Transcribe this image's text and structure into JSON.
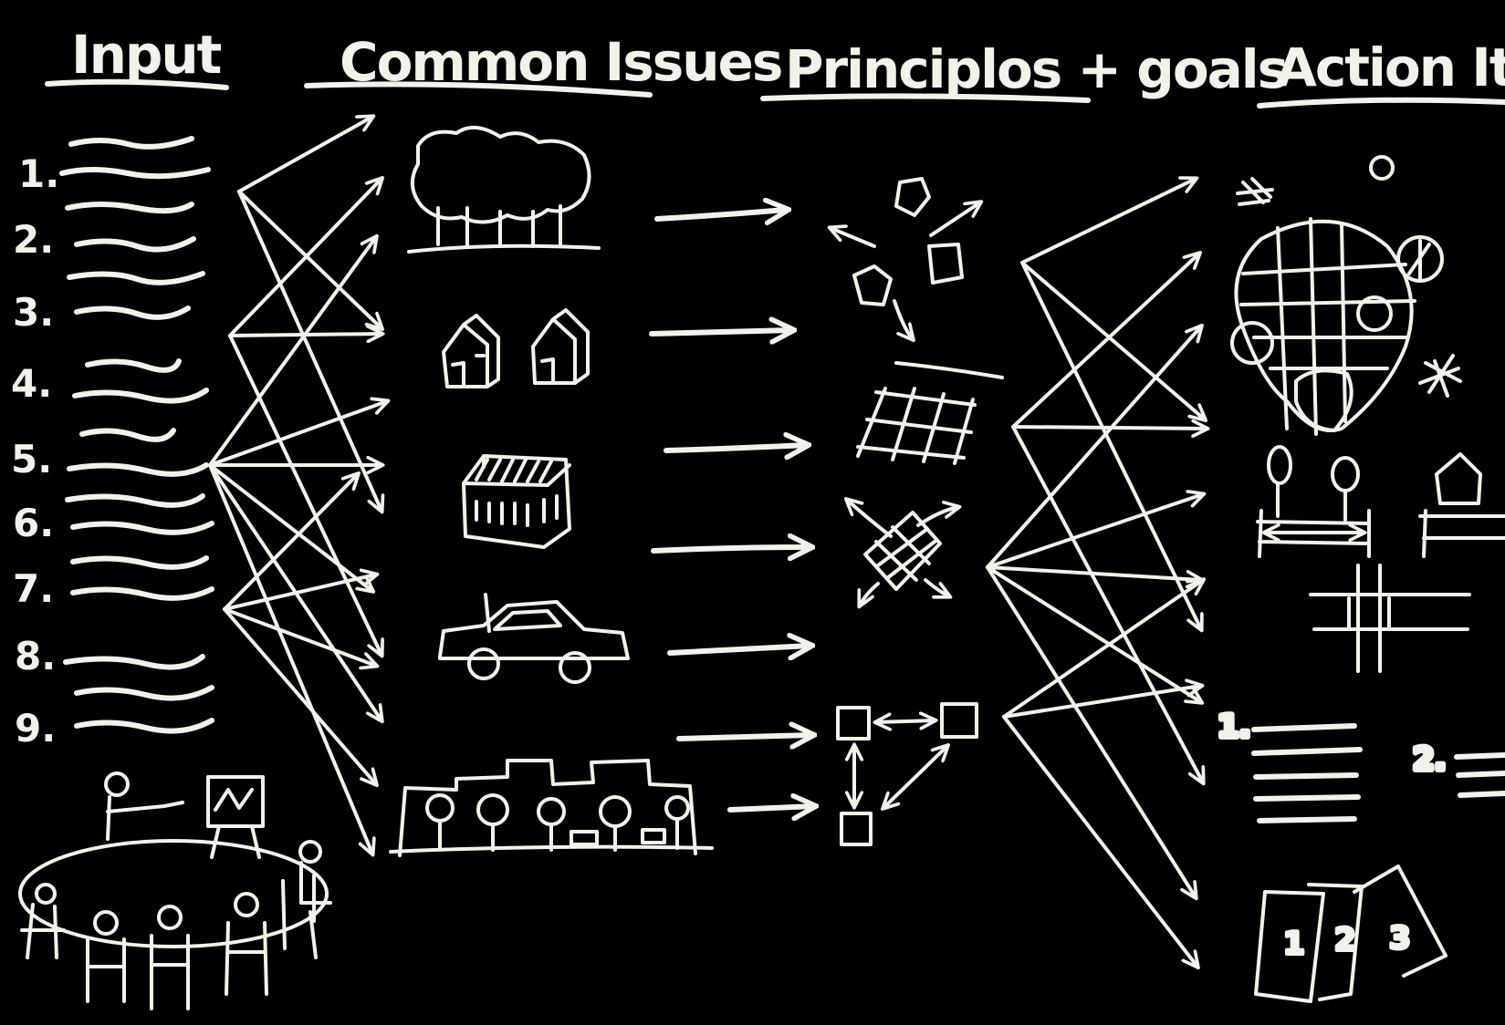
{
  "columns": {
    "input": "Input",
    "issues": "Common Issues",
    "principles": "Principlos + goals",
    "actions": "Action Items"
  },
  "input_numbers": [
    "1.",
    "2.",
    "3.",
    "4.",
    "5.",
    "6.",
    "7.",
    "8.",
    "9."
  ],
  "sheet_labels": [
    "1",
    "2",
    "3"
  ],
  "list_labels": [
    "1.",
    "2."
  ]
}
